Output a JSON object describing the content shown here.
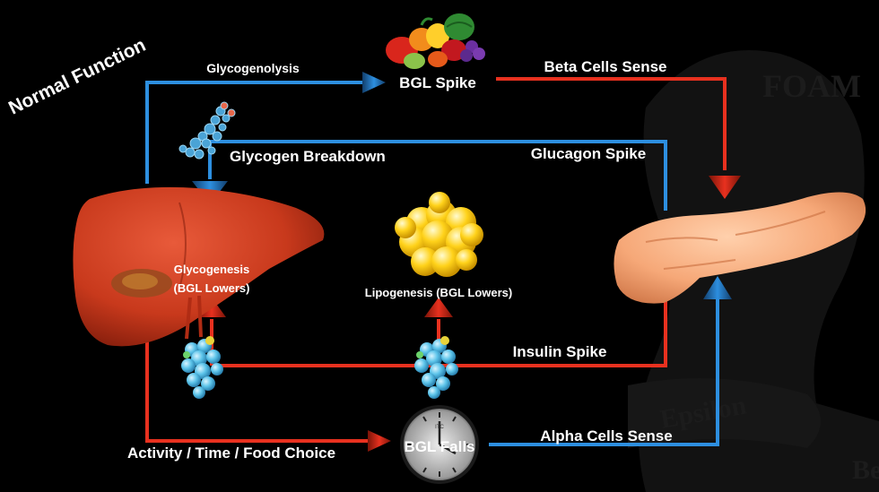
{
  "title": "Normal Function",
  "watermark": {
    "top_text": "FOAM",
    "ribbon_text": "Epsilon",
    "corner_text": "Be"
  },
  "colors": {
    "red": "#e8311f",
    "blue": "#2d8fe0",
    "liver": "#c8391c",
    "pancreas": "#f6a878",
    "fat": "#ffd21a",
    "text": "#ffffff",
    "background": "#000000"
  },
  "nodes": {
    "bgl_spike": "BGL Spike",
    "bgl_falls": "BGL Falls",
    "glycogenesis": "Glycogenesis",
    "glycogenesis_note": "(BGL Lowers)",
    "lipogenesis": "Lipogenesis (BGL Lowers)",
    "glycogen_breakdown": "Glycogen Breakdown",
    "clock_brand": "ITC"
  },
  "edges": {
    "glycogenolysis": "Glycogenolysis",
    "beta_cells_sense": "Beta Cells Sense",
    "glucagon_spike": "Glucagon Spike",
    "insulin_spike": "Insulin Spike",
    "alpha_cells_sense": "Alpha Cells Sense",
    "activity": "Activity / Time / Food Choice"
  },
  "icons": [
    "fruit-pile-icon",
    "glycogen-molecule-icon",
    "liver-icon",
    "pancreas-icon",
    "fat-cell-icon",
    "insulin-molecule-icon",
    "clock-icon"
  ]
}
